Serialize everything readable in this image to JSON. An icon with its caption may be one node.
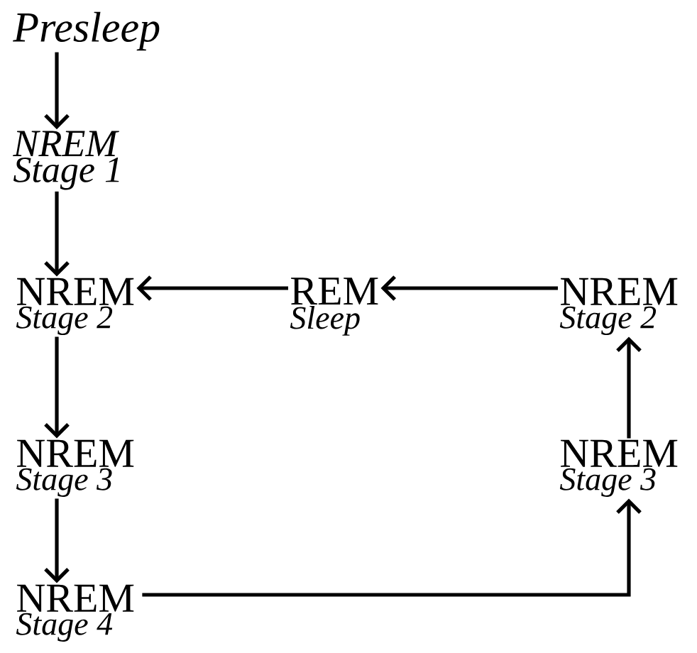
{
  "diagram": {
    "nodes": [
      {
        "text": [
          "Presleep"
        ]
      },
      {
        "text": [
          "NREM",
          "Stage 1"
        ]
      },
      {
        "text": [
          "NREM",
          "Stage 2"
        ]
      },
      {
        "text": [
          "REM",
          "Sleep"
        ]
      },
      {
        "text": [
          "NREM",
          "Stage 2"
        ]
      },
      {
        "text": [
          "NREM",
          "Stage 3"
        ]
      },
      {
        "text": [
          "NREM",
          "Stage 3"
        ]
      },
      {
        "text": [
          "NREM",
          "Stage 4"
        ]
      }
    ],
    "edges": [
      {
        "from": 0,
        "to": 1,
        "arrow": "to"
      },
      {
        "from": 1,
        "to": 2,
        "arrow": "to"
      },
      {
        "from": 2,
        "to": 5,
        "arrow": "to"
      },
      {
        "from": 5,
        "to": 7,
        "arrow": "to"
      },
      {
        "from": 7,
        "to": 6,
        "arrow": "to"
      },
      {
        "from": 6,
        "to": 4,
        "arrow": "to"
      },
      {
        "from": 4,
        "to": 3,
        "arrow": "to"
      },
      {
        "from": 3,
        "to": 2,
        "arrow": "to"
      }
    ]
  }
}
